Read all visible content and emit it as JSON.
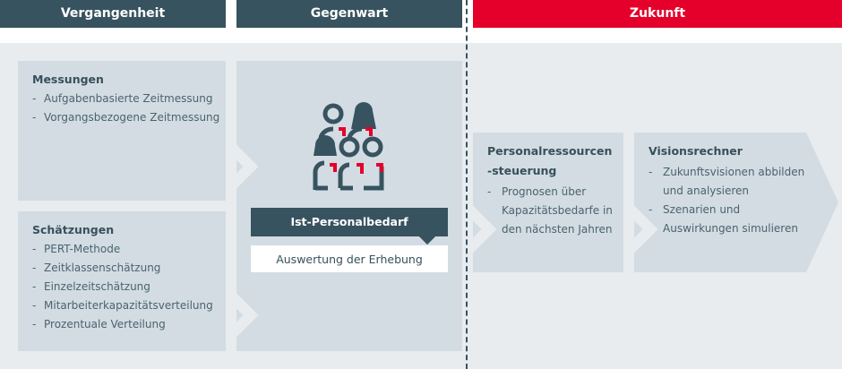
{
  "headers": {
    "past": "Vergangenheit",
    "present": "Gegenwart",
    "future": "Zukunft"
  },
  "colors": {
    "dark": "#37535f",
    "red": "#e4002b",
    "panel": "#e8ecef",
    "box": "#d3dce3"
  },
  "past": {
    "measurements": {
      "title": "Messungen",
      "items": [
        "Aufgabenbasierte Zeitmessung",
        "Vorgangsbezogene Zeitmessung"
      ]
    },
    "estimates": {
      "title": "Schätzungen",
      "items": [
        "PERT-Methode",
        "Zeitklassenschätzung",
        "Einzelzeitschätzung",
        "Mitarbeiterkapazitätsverteilung",
        "Prozentuale Verteilung"
      ]
    }
  },
  "present": {
    "icon": "people-group-icon",
    "label": "Ist-Personalbedarf",
    "sublabel": "Auswertung der Erhebung"
  },
  "future": {
    "control": {
      "title": "Personalressourcen-steuerung",
      "items": [
        "Prognosen über Kapazitätsbedarfe in den nächsten Jahren"
      ]
    },
    "vision": {
      "title": "Visionsrechner",
      "items": [
        "Zukunftsvisionen abbilden und analysieren",
        "Szenarien und Auswirkungen simulieren"
      ]
    }
  }
}
